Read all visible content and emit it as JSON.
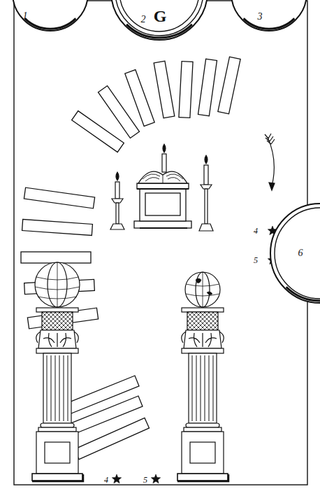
{
  "diagram": {
    "nodes": [
      {
        "text": [
          "1"
        ]
      },
      {
        "text": [
          "2",
          "G"
        ]
      },
      {
        "text": [
          "3"
        ]
      },
      {
        "text": [
          "6"
        ]
      }
    ],
    "labels": [
      "4",
      "5",
      "4",
      "5"
    ]
  }
}
